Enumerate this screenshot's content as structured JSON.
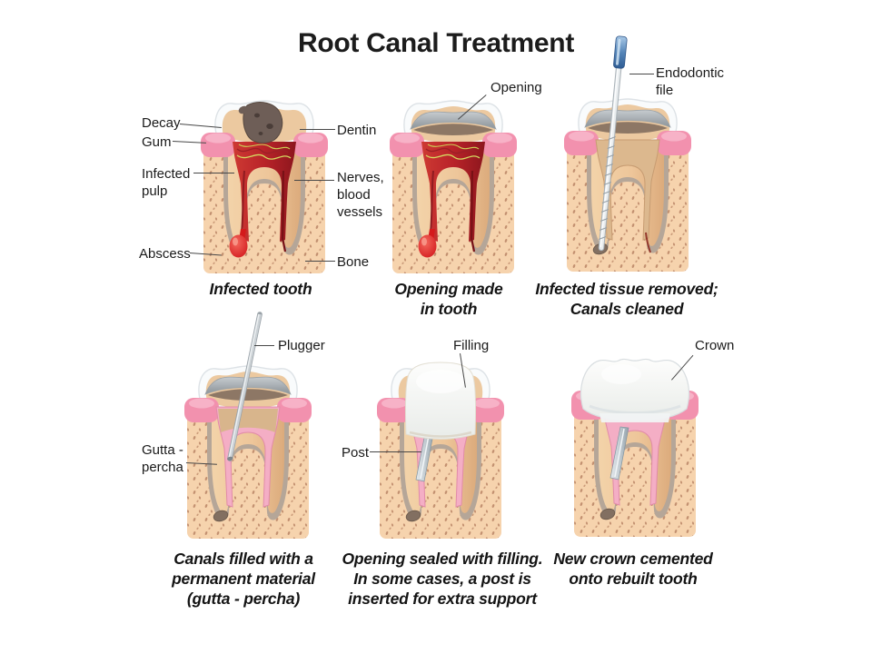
{
  "title": "Root Canal Treatment",
  "stages": [
    {
      "caption": "Infected tooth",
      "labels": [
        {
          "text": "Decay"
        },
        {
          "text": "Gum"
        },
        {
          "text": "Infected\npulp"
        },
        {
          "text": "Abscess"
        },
        {
          "text": "Dentin"
        },
        {
          "text": "Nerves,\nblood\nvessels"
        },
        {
          "text": "Bone"
        }
      ]
    },
    {
      "caption": "Opening made\nin tooth",
      "labels": [
        {
          "text": "Opening"
        }
      ]
    },
    {
      "caption": "Infected tissue removed;\nCanals cleaned",
      "labels": [
        {
          "text": "Endodontic\nfile"
        }
      ]
    },
    {
      "caption": "Canals filled with a\npermanent material\n(gutta - percha)",
      "labels": [
        {
          "text": "Plugger"
        },
        {
          "text": "Gutta -\npercha"
        }
      ]
    },
    {
      "caption": "Opening sealed with filling.\nIn some cases, a post is\ninserted for extra support",
      "labels": [
        {
          "text": "Filling"
        },
        {
          "text": "Post"
        }
      ]
    },
    {
      "caption": "New crown cemented\nonto rebuilt tooth",
      "labels": [
        {
          "text": "Crown"
        }
      ]
    }
  ],
  "colors": {
    "background": "#ffffff",
    "gum_pink": "#f291ae",
    "bone_tan": "#f6d3ad",
    "bone_dots": "#a2664a",
    "pulp_red": "#b92329",
    "abscess_red": "#d01518",
    "enamel_white": "#f9fbfc",
    "dentin_beige": "#eec69a",
    "ligament_gray": "#b5a698",
    "gutta_percha_pink": "#f4aec5",
    "metal_gray": "#c3ccd2",
    "file_handle_blue": "#5585b8",
    "text_dark": "#1a1a1a"
  }
}
